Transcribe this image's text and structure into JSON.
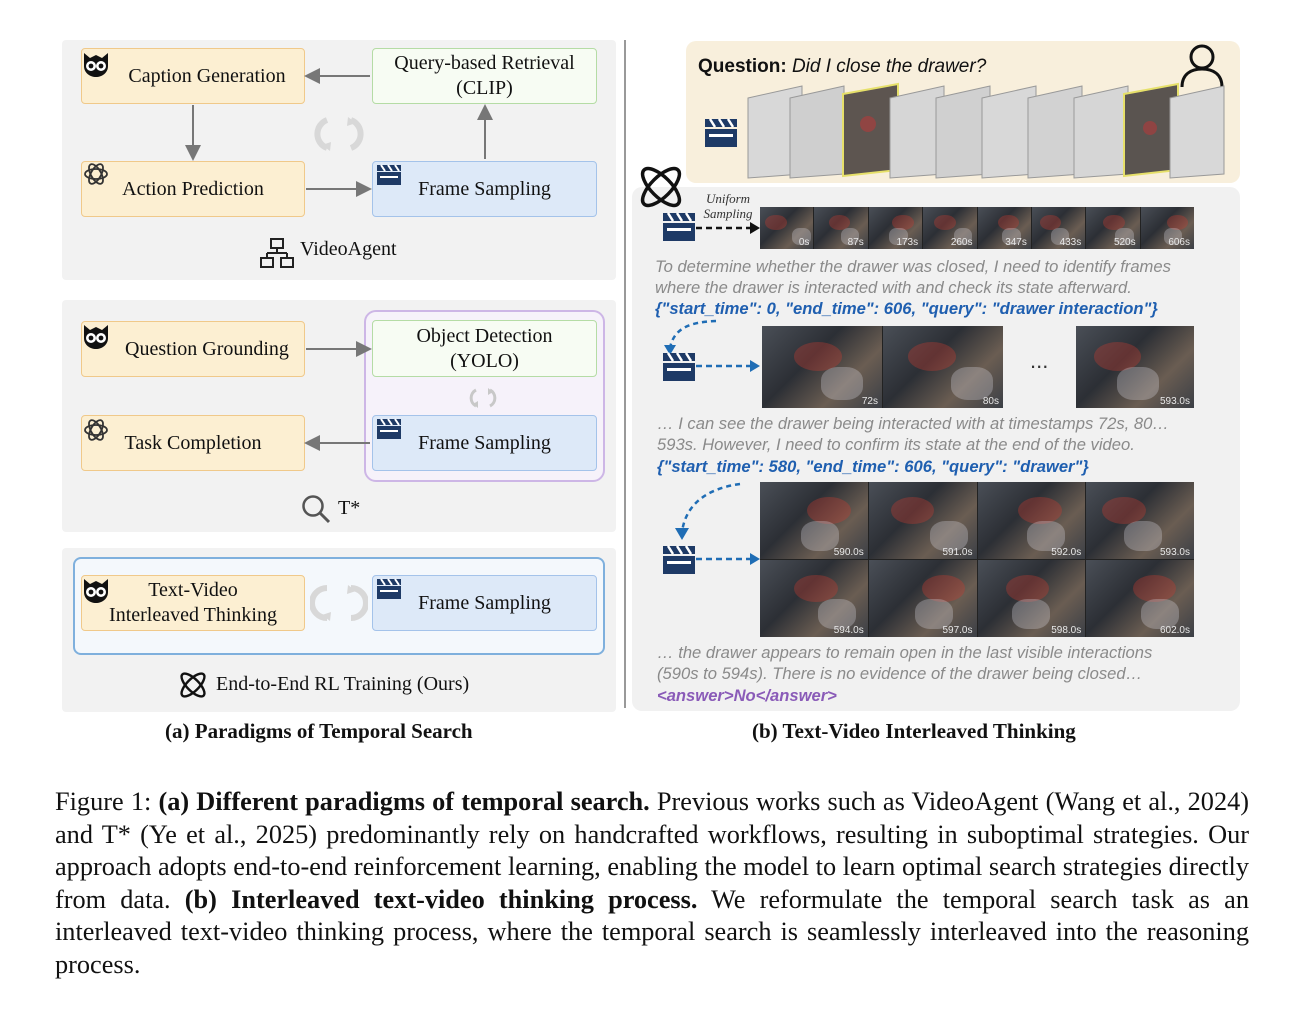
{
  "left_panel": {
    "videoagent": {
      "caption_generation": "Caption Generation",
      "query_retrieval_line1": "Query-based Retrieval",
      "query_retrieval_line2": "(CLIP)",
      "action_prediction": "Action Prediction",
      "frame_sampling": "Frame Sampling",
      "label": "VideoAgent"
    },
    "tstar": {
      "question_grounding": "Question Grounding",
      "object_detection_line1": "Object Detection",
      "object_detection_line2": "(YOLO)",
      "task_completion": "Task Completion",
      "frame_sampling": "Frame Sampling",
      "label": "T*"
    },
    "ours": {
      "thinking_line1": "Text-Video",
      "thinking_line2": "Interleaved Thinking",
      "frame_sampling": "Frame Sampling",
      "label": "End-to-End RL Training (Ours)"
    },
    "subcaption": "(a) Paradigms of Temporal Search"
  },
  "right_panel": {
    "question_label": "Question:",
    "question_text": "Did I close the drawer?",
    "uniform_sampling_line1": "Uniform",
    "uniform_sampling_line2": "Sampling",
    "strip1_labels": [
      "0s",
      "87s",
      "173s",
      "260s",
      "347s",
      "433s",
      "520s",
      "606s"
    ],
    "reason1_line1": "To determine whether the drawer was closed, I need to identify frames",
    "reason1_line2": "where the drawer is interacted with and check its state afterward.",
    "json1": "{\"start_time\": 0, \"end_time\": 606, \"query\": \"drawer interaction\"}",
    "strip2_labels": [
      "72s",
      "80s",
      "593.0s"
    ],
    "ellipsis": "...",
    "reason2_line1": "… I can see the drawer being interacted with at timestamps 72s, 80…",
    "reason2_line2": "593s. However, I need to confirm its state at the end of the video.",
    "json2": "{\"start_time\": 580, \"end_time\": 606, \"query\": \"drawer\"}",
    "grid_labels": [
      "590.0s",
      "591.0s",
      "592.0s",
      "593.0s",
      "594.0s",
      "597.0s",
      "598.0s",
      "602.0s"
    ],
    "reason3_line1": "… the drawer appears to remain open in the last visible interactions",
    "reason3_line2": "(590s to 594s). There is no evidence of the drawer being closed…",
    "answer": "<answer>No</answer>",
    "subcaption": "(b) Text-Video Interleaved Thinking"
  },
  "caption": {
    "prefix": "Figure 1: ",
    "bold_a": "(a) Different paradigms of temporal search.",
    "text_a": " Previous works such as VideoAgent (Wang et al., 2024) and T* (Ye et al., 2025) predominantly rely on handcrafted workflows, resulting in suboptimal strategies. Our approach adopts end-to-end reinforcement learning, enabling the model to learn optimal search strategies directly from data. ",
    "bold_b": "(b) Interleaved text-video thinking process.",
    "text_b": " We reformulate the temporal search task as an interleaved text-video thinking process, where the temporal search is seamlessly interleaved into the reasoning process."
  },
  "colors": {
    "orange_box": "#fcefd2",
    "green_box": "#f7fcf3",
    "blue_box": "#dde9f8",
    "json_blue": "#1f5fb0",
    "answer_purple": "#8a5bb8",
    "question_bg": "#f8efdc"
  },
  "icons": [
    "owl-icon",
    "openai-icon",
    "network-icon",
    "search-icon",
    "atom-icon",
    "clapperboard-icon",
    "cycle-icon",
    "person-icon"
  ]
}
